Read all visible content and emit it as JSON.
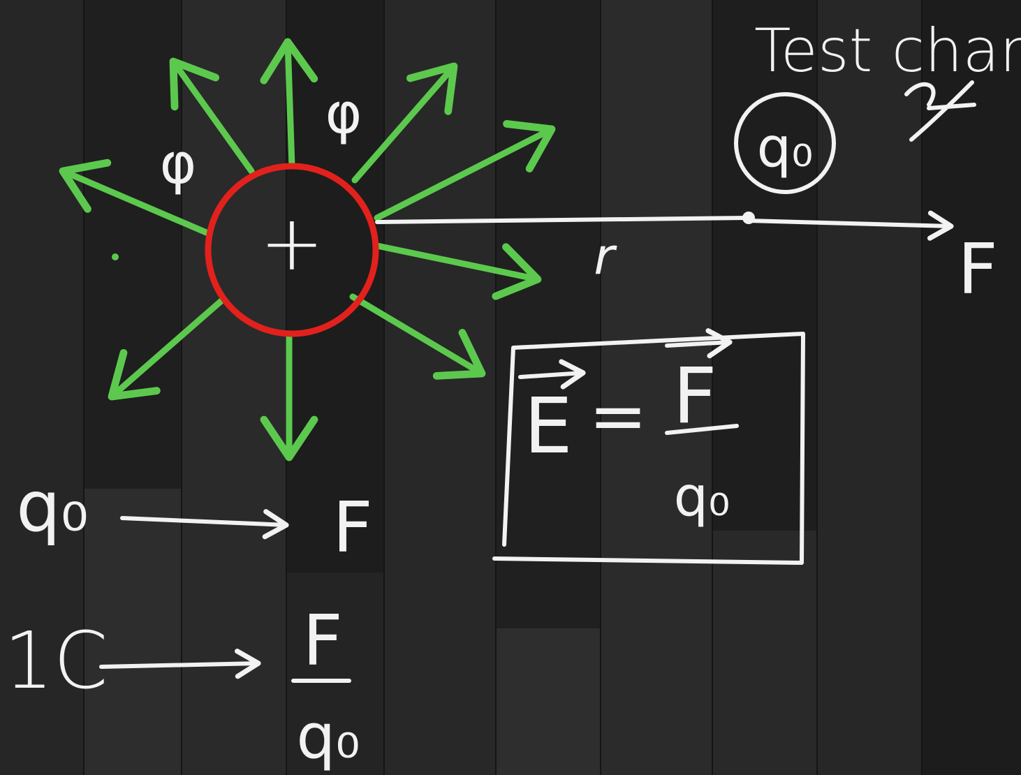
{
  "colors": {
    "board_background": "#222222",
    "board_plank_light": "#2c2c2c",
    "board_plank_dark": "#1a1a1a",
    "field_lines": "#5cc94e",
    "source_charge_ring": "#e3211c",
    "chalk": "#f2f2f2"
  },
  "source_charge": {
    "sign": "+"
  },
  "field_line_labels": [
    "φ",
    "φ"
  ],
  "test_charge": {
    "heading": "Test char",
    "symbol": "q₀"
  },
  "distance_label": "r",
  "force_label": "F",
  "formula_box": {
    "lhs": "E",
    "equals": "=",
    "numerator": "F",
    "denominator": "q₀"
  },
  "note_line_1": {
    "from": "q₀",
    "to": "F"
  },
  "note_line_2": {
    "from": "1C",
    "numerator": "F",
    "denominator": "q₀"
  }
}
